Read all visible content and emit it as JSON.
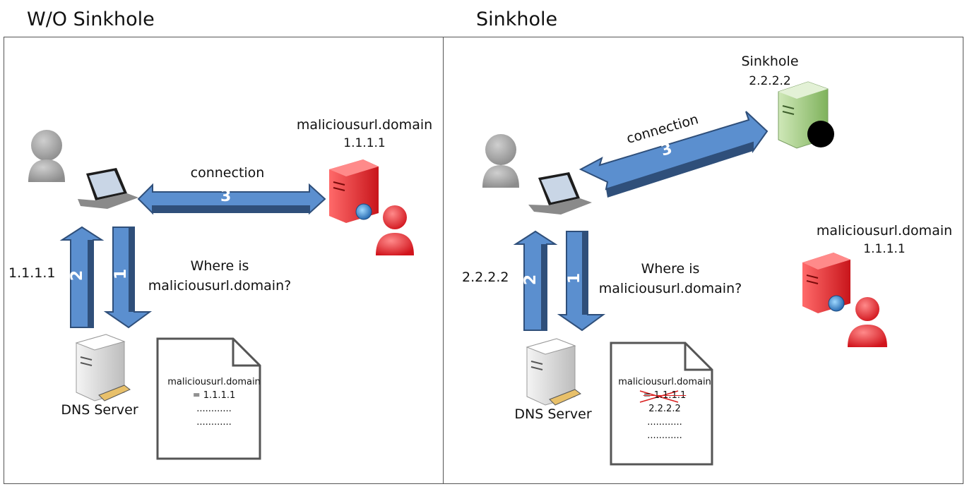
{
  "left": {
    "title": "W/O Sinkhole",
    "malicious_label": "maliciousurl.domain",
    "malicious_ip": "1.1.1.1",
    "connection_label": "connection",
    "step3": "3",
    "step2": "2",
    "step1": "1",
    "reply_ip": "1.1.1.1",
    "question_line1": "Where is",
    "question_line2": "maliciousurl.domain?",
    "dns_label": "DNS Server",
    "doc_line1": "maliciousurl.domain",
    "doc_line2": "= 1.1.1.1",
    "doc_line3": "............",
    "doc_line4": "............"
  },
  "right": {
    "title": "Sinkhole",
    "sinkhole_label": "Sinkhole",
    "sinkhole_ip": "2.2.2.2",
    "connection_label": "connection",
    "step3": "3",
    "step2": "2",
    "step1": "1",
    "reply_ip": "2.2.2.2",
    "question_line1": "Where is",
    "question_line2": "maliciousurl.domain?",
    "malicious_label": "maliciousurl.domain",
    "malicious_ip": "1.1.1.1",
    "dns_label": "DNS Server",
    "doc_line1": "maliciousurl.domain",
    "doc_line2_struck": "= 1.1.1.1",
    "doc_line3": "2.2.2.2",
    "doc_line4": "............",
    "doc_line5": "............"
  },
  "colors": {
    "arrow_fill": "#5b8fcf",
    "arrow_side": "#2f4f7a",
    "malicious_red": "#e8323a",
    "sinkhole_green": "#8fc46e",
    "server_gray": "#d9d9d9",
    "user_gray": "#a7a7a7",
    "strike_red": "#d81e1e"
  },
  "icons": [
    "user-icon",
    "laptop-icon",
    "server-icon",
    "dns-server-icon",
    "globe-icon",
    "hacker-icon",
    "sinkhole-server-icon",
    "document-icon"
  ]
}
